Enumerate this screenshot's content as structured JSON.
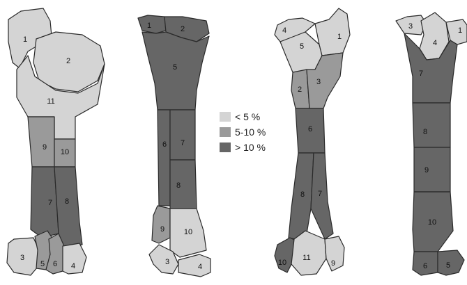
{
  "colors": {
    "low": "#d4d4d4",
    "mid": "#9a9a9a",
    "high": "#666666",
    "outline": "#2a2a2a"
  },
  "legend": [
    {
      "label": "< 5 %",
      "level": "low"
    },
    {
      "label": "5-10 %",
      "level": "mid"
    },
    {
      "label": "> 10 %",
      "level": "high"
    }
  ],
  "bones": [
    {
      "regions": [
        {
          "label": "1",
          "level": "low"
        },
        {
          "label": "2",
          "level": "low"
        },
        {
          "label": "11",
          "level": "low"
        },
        {
          "label": "9",
          "level": "mid"
        },
        {
          "label": "10",
          "level": "mid"
        },
        {
          "label": "7",
          "level": "high"
        },
        {
          "label": "8",
          "level": "high"
        },
        {
          "label": "3",
          "level": "low"
        },
        {
          "label": "5",
          "level": "mid"
        },
        {
          "label": "6",
          "level": "mid"
        },
        {
          "label": "4",
          "level": "low"
        }
      ]
    },
    {
      "regions": [
        {
          "label": "1",
          "level": "high"
        },
        {
          "label": "2",
          "level": "high"
        },
        {
          "label": "5",
          "level": "high"
        },
        {
          "label": "6",
          "level": "high"
        },
        {
          "label": "7",
          "level": "high"
        },
        {
          "label": "8",
          "level": "high"
        },
        {
          "label": "9",
          "level": "mid"
        },
        {
          "label": "10",
          "level": "low"
        },
        {
          "label": "3",
          "level": "low"
        },
        {
          "label": "4",
          "level": "low"
        }
      ]
    },
    {
      "regions": [
        {
          "label": "4",
          "level": "low"
        },
        {
          "label": "5",
          "level": "low"
        },
        {
          "label": "1",
          "level": "low"
        },
        {
          "label": "2",
          "level": "mid"
        },
        {
          "label": "3",
          "level": "mid"
        },
        {
          "label": "6",
          "level": "high"
        },
        {
          "label": "8",
          "level": "high"
        },
        {
          "label": "7",
          "level": "high"
        },
        {
          "label": "10",
          "level": "high"
        },
        {
          "label": "11",
          "level": "low"
        },
        {
          "label": "9",
          "level": "low"
        }
      ]
    },
    {
      "regions": [
        {
          "label": "3",
          "level": "low"
        },
        {
          "label": "4",
          "level": "low"
        },
        {
          "label": "1",
          "level": "low"
        },
        {
          "label": "7",
          "level": "high"
        },
        {
          "label": "8",
          "level": "high"
        },
        {
          "label": "9",
          "level": "high"
        },
        {
          "label": "10",
          "level": "high"
        },
        {
          "label": "6",
          "level": "high"
        },
        {
          "label": "5",
          "level": "high"
        }
      ]
    }
  ]
}
